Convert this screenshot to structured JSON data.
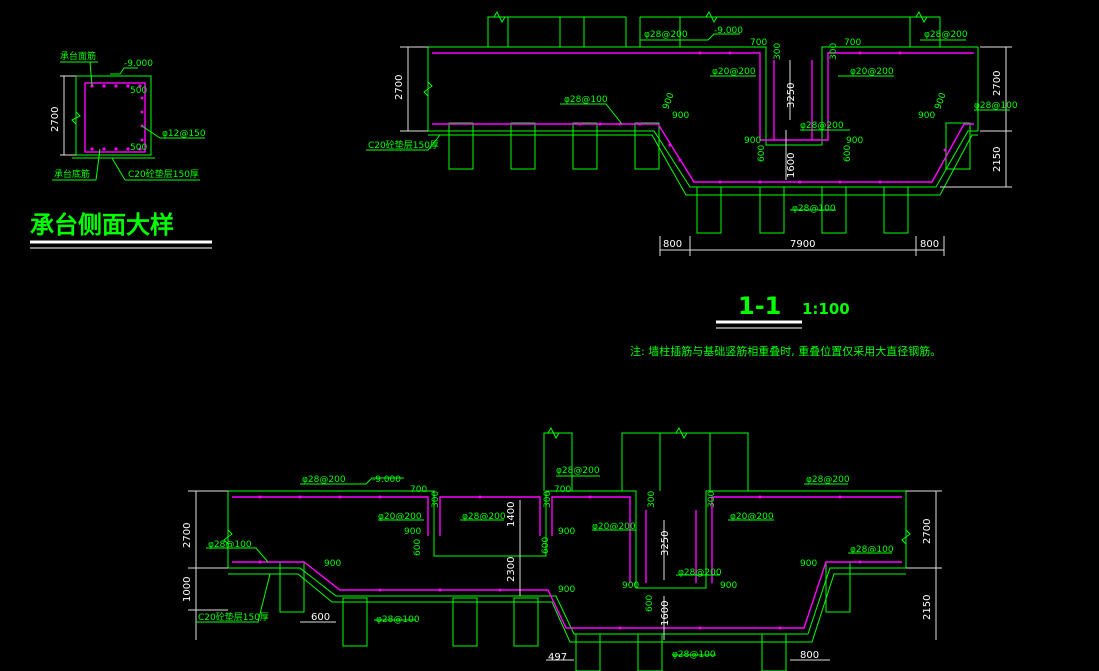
{
  "colors": {
    "background": "#000000",
    "line": "#00ff00",
    "rebar": "#ff00ff",
    "dimension": "#ffffff",
    "title": "#00ff00"
  },
  "detail": {
    "title": "承台侧面大样",
    "top_bar_label": "承台面筋",
    "bottom_bar_label": "承台底筋",
    "elevation": "-9.000",
    "height_dim": "2700",
    "cover_top": "500",
    "cover_bottom": "500",
    "side_bar": "φ12@150",
    "cushion": "C20砼垫层150厚"
  },
  "section_1": {
    "title": "1-1",
    "scale": "1:100",
    "note": "注: 墙柱插筋与基础竖筋相重叠时, 重叠位置仅采用大直径钢筋。",
    "elevation": "-9.000",
    "top_bar_left": "φ28@200",
    "top_bar_right": "φ28@200",
    "mid_bar": "φ20@200",
    "mid_bar_right": "φ20@200",
    "lower_bar": "φ28@100",
    "lower_bar_right": "φ28@100",
    "pit_bar": "φ28@200",
    "pit_bottom_bar": "φ28@100",
    "cushion": "C20砼垫层150厚",
    "dims": {
      "d700a": "700",
      "d700b": "700",
      "d300a": "300",
      "d300b": "300",
      "d900a": "900",
      "d900b": "900",
      "d900c": "900",
      "d900d": "900",
      "d900e": "900",
      "d900f": "900",
      "d3250": "3250",
      "d600a": "600",
      "d600b": "600",
      "d1600": "1600",
      "h2700_left": "2700",
      "h2700_right": "2700",
      "h2150": "2150",
      "w800_left": "800",
      "w7900": "7900",
      "w800_right": "800"
    }
  },
  "section_2": {
    "elevation": "-9.000",
    "top_bar_left": "φ28@200",
    "top_bar_mid": "φ28@200",
    "top_bar_right": "φ28@200",
    "mid_bar_a": "φ20@200",
    "mid_bar_b": "φ28@200",
    "mid_bar_c": "φ20@200",
    "mid_bar_d": "φ20@200",
    "lower_left": "φ28@100",
    "lower_right": "φ28@100",
    "lower_mid": "φ28@100",
    "pit_bar": "φ28@200",
    "pit_bottom_bar": "φ28@100",
    "cushion": "C20砼垫层150厚",
    "dims": {
      "d700a": "700",
      "d700b": "700",
      "d300a": "300",
      "d300b": "300",
      "d300c": "300",
      "d900a": "900",
      "d900b": "900",
      "d900c": "900",
      "d900d": "900",
      "d900e": "900",
      "d900f": "900",
      "d900g": "900",
      "d1400": "1400",
      "d2300": "2300",
      "d3250": "3250",
      "d600a": "600",
      "d600b": "600",
      "d600c": "600",
      "d1600": "1600",
      "h2700_left": "2700",
      "h1000_left": "1000",
      "h2700_right": "2700",
      "h2150_right": "2150",
      "w600": "600",
      "w497": "497",
      "w800": "800"
    }
  }
}
